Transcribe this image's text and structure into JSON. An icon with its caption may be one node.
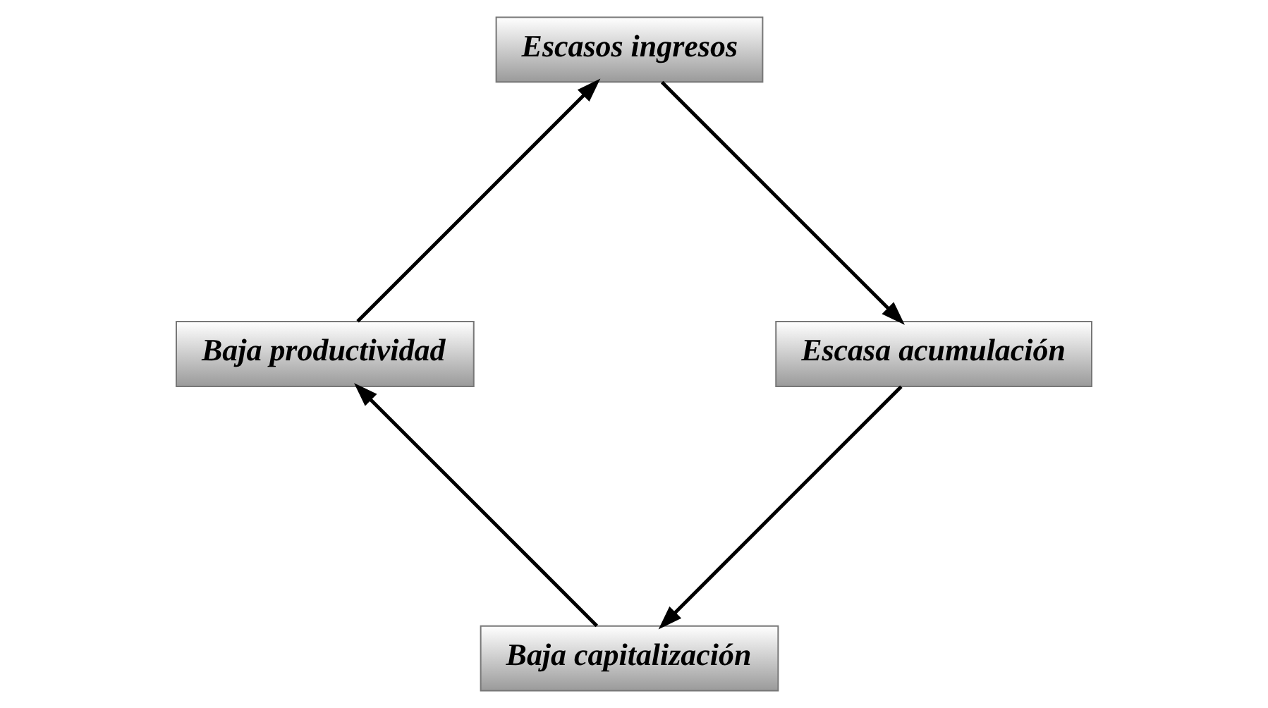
{
  "diagram": {
    "nodes": [
      {
        "text": [
          "Baja capitalización"
        ]
      },
      {
        "text": [
          "Baja productividad"
        ]
      },
      {
        "text": [
          "Escasos ingresos"
        ]
      },
      {
        "text": [
          "Escasa acumulación"
        ]
      }
    ],
    "edges": [
      {
        "from": 0,
        "to": 1,
        "arrow": "to"
      },
      {
        "from": 1,
        "to": 2,
        "arrow": "to"
      },
      {
        "from": 2,
        "to": 3,
        "arrow": "to"
      },
      {
        "from": 3,
        "to": 0,
        "arrow": "to"
      }
    ]
  }
}
